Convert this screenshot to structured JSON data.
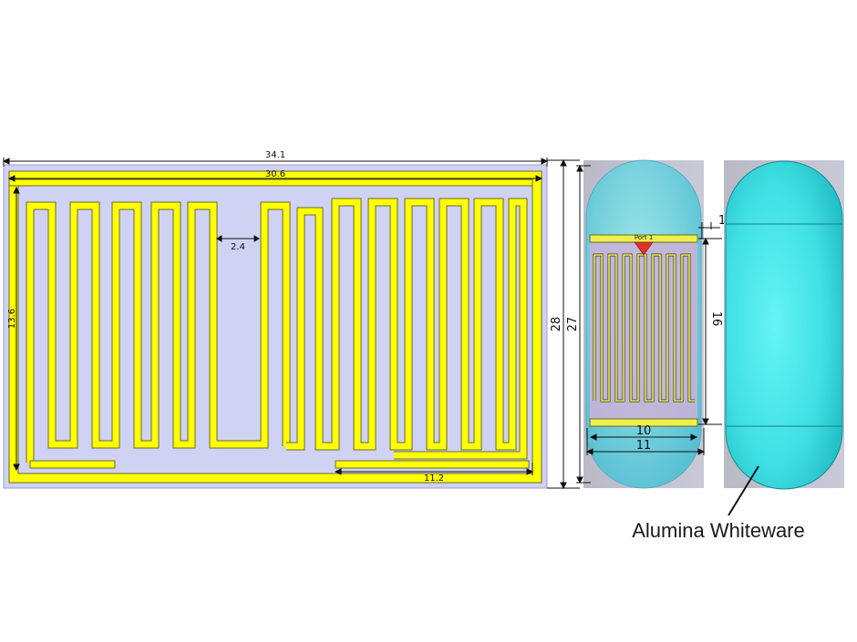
{
  "figure": {
    "planar_antenna": {
      "dimensions": {
        "overall_width": "34.1",
        "trace_width": "30.6",
        "gap": "2.4",
        "height": "13.6",
        "feed_length": "11.2"
      }
    },
    "encapsulated_antenna": {
      "port_label": "Port 1",
      "dimensions": {
        "outer_height": "28",
        "inner_height": "27",
        "substrate_length": "16",
        "offset": "1",
        "inner_width": "10",
        "outer_width": "11"
      }
    },
    "capsule": {
      "material_label": "Alumina Whiteware"
    }
  },
  "colors": {
    "trace": "#ffff00",
    "trace_edge": "#6b6b2e",
    "substrate": "#cdd0f4",
    "capsule": "#3ce0e4",
    "port": "#e0302a"
  }
}
